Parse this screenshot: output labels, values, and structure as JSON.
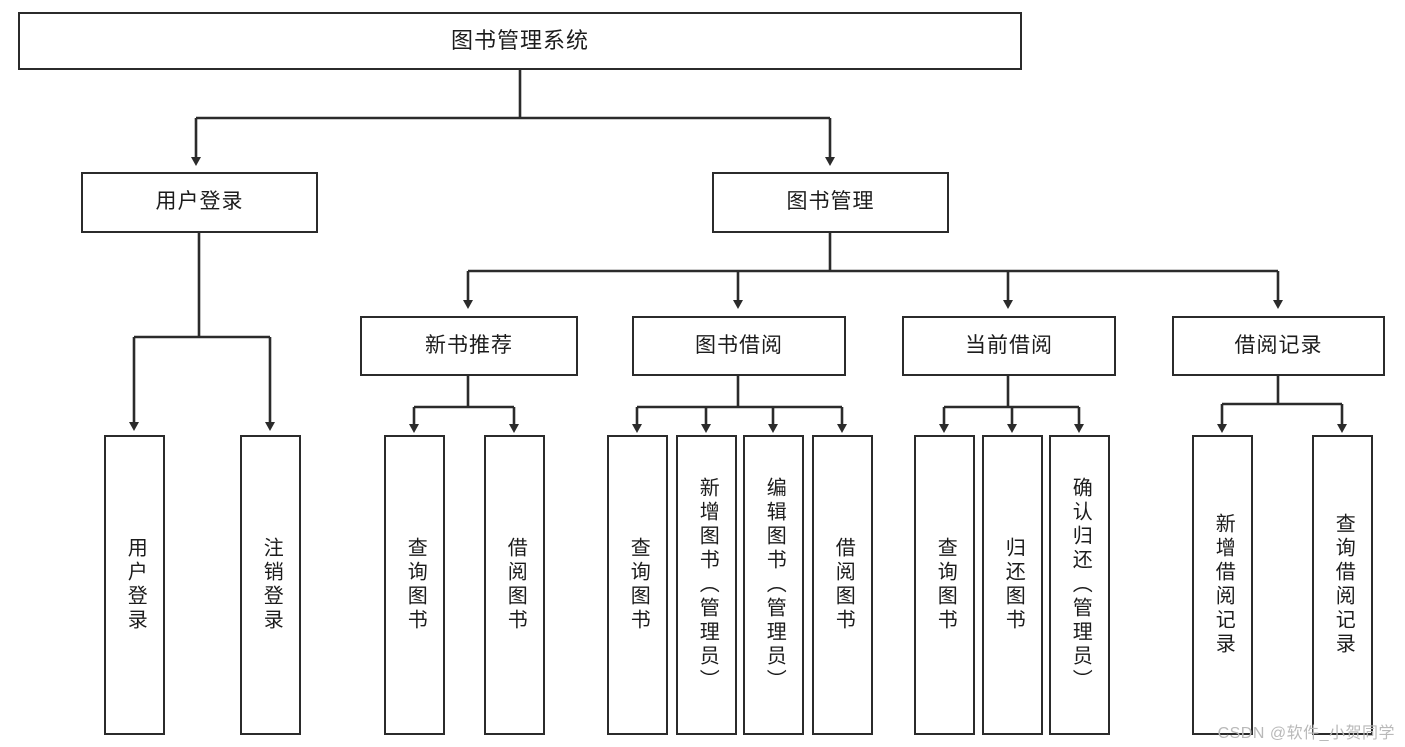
{
  "diagram": {
    "type": "tree",
    "title": "图书管理系统",
    "watermark": "CSDN @软件_小贺同学",
    "colors": {
      "box_border": "#2b2b2b",
      "box_fill": "#ffffff",
      "connector": "#2b2b2b",
      "text": "#1c1c1c",
      "watermark": "#b9b9b9"
    },
    "root": {
      "label": "图书管理系统"
    },
    "level2": [
      {
        "label": "用户登录"
      },
      {
        "label": "图书管理"
      }
    ],
    "level3": [
      {
        "label": "新书推荐"
      },
      {
        "label": "图书借阅"
      },
      {
        "label": "当前借阅"
      },
      {
        "label": "借阅记录"
      }
    ],
    "leaves": {
      "user_login": [
        {
          "label": "用户登录"
        },
        {
          "label": "注销登录"
        }
      ],
      "new_book": [
        {
          "label": "查询图书"
        },
        {
          "label": "借阅图书"
        }
      ],
      "book_borrow": [
        {
          "label": "查询图书"
        },
        {
          "label": "新增图书（管理员）"
        },
        {
          "label": "编辑图书（管理员）"
        },
        {
          "label": "借阅图书"
        }
      ],
      "current_borrow": [
        {
          "label": "查询图书"
        },
        {
          "label": "归还图书"
        },
        {
          "label": "确认归还（管理员）"
        }
      ],
      "borrow_record": [
        {
          "label": "新增借阅记录"
        },
        {
          "label": "查询借阅记录"
        }
      ]
    }
  }
}
